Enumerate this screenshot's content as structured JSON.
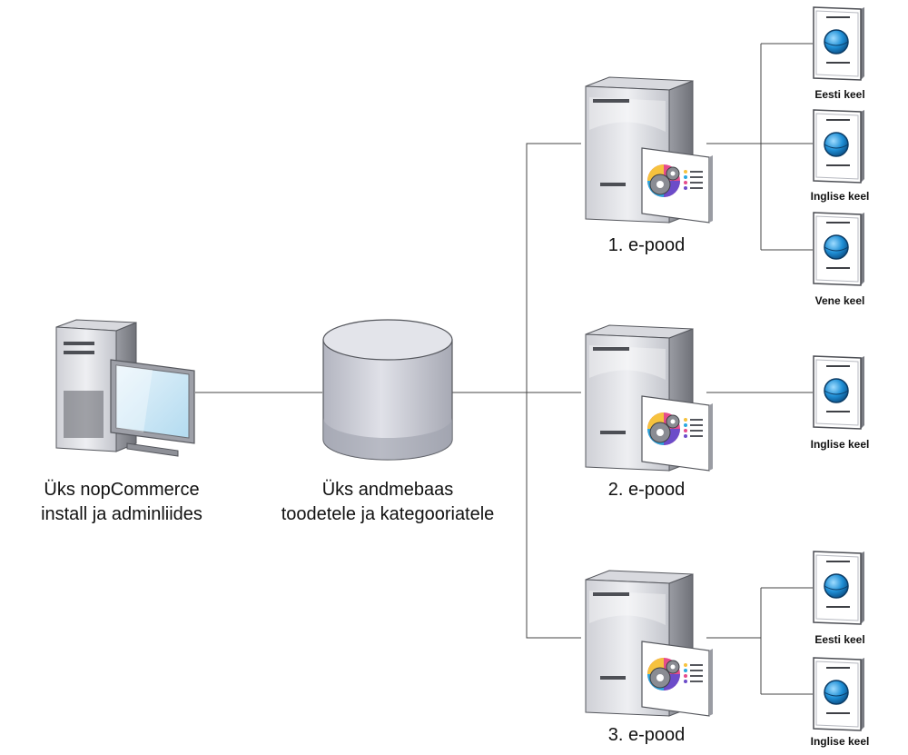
{
  "admin": {
    "label_line1": "Üks nopCommerce",
    "label_line2": "install ja adminliides"
  },
  "database": {
    "label_line1": "Üks andmebaas",
    "label_line2": "toodetele ja kategooriatele"
  },
  "stores": [
    {
      "label": "1. e-pood",
      "languages": [
        "Eesti keel",
        "Inglise keel",
        "Vene keel"
      ]
    },
    {
      "label": "2. e-pood",
      "languages": [
        "Inglise keel"
      ]
    },
    {
      "label": "3. e-pood",
      "languages": [
        "Eesti keel",
        "Inglise keel"
      ]
    }
  ],
  "colors": {
    "connector": "#444444",
    "server_light": "#e3e4e8",
    "server_dark": "#8e9097",
    "globe": "#1f8fd6",
    "cylinder": "#c7c9d3"
  },
  "icons": {
    "admin": "workstation-icon",
    "database": "database-icon",
    "store": "application-server-icon",
    "language": "web-page-globe-icon"
  }
}
